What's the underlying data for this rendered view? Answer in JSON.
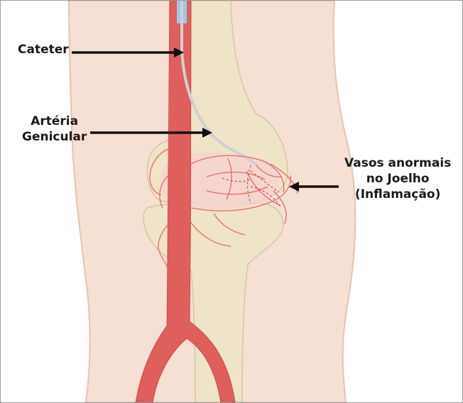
{
  "labels": {
    "cateter": "Cateter",
    "arteria_line1": "Artéria",
    "arteria_line2": "Genicular",
    "vasos_line1": "Vasos anormais",
    "vasos_line2": "no Joelho",
    "vasos_line3": "(Inflamação)"
  },
  "colors": {
    "skin": "#f6dfd3",
    "skin_edge": "#e8c2b0",
    "bone": "#efe3c8",
    "bone_edge": "#d6c6a2",
    "cartilage": "#f4d3cf",
    "artery": "#de5f5c",
    "artery_dark": "#c94a48",
    "catheter": "#d0d0d0",
    "contrast": "#9cc8e8",
    "arrow": "#111111"
  }
}
